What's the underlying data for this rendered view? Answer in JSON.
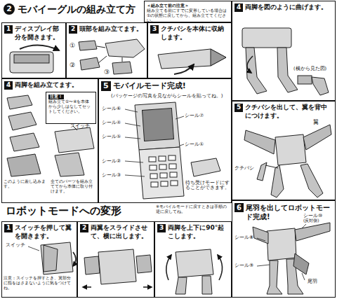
{
  "diagram": {
    "title": "モバイーグルの組み立て方",
    "nodes": [
      {
        "text": [
          "＜組み立て前の注意＞",
          "組み立てる前にすでに変形している場合は①の状態に戻してから、組み立ててください。"
        ]
      },
      {
        "text": [
          "1",
          "ディスプレイ部分を開きます。"
        ]
      },
      {
        "text": [
          "2",
          "頭部を組み立てます。"
        ]
      },
      {
        "text": [
          "3",
          "クチバシを本体に収納します。"
        ]
      },
      {
        "text": [
          "4",
          "両脚を図のように曲げます。"
        ]
      },
      {
        "text": [
          "4",
          "両脚を組み立てます。"
        ]
      },
      {
        "text": [
          "注意！",
          "組み立て①〜④を本体から少しはなしてセットしてください。"
        ],
        "in": 5
      },
      {
        "text": [
          "5",
          "モバイルモード完成!",
          "(パッケージの写真を見ながらシールを貼ってね。)"
        ]
      },
      {
        "text": [
          "5",
          "クチバシを出して、翼を背中につけます。"
        ]
      },
      {
        "text": [
          "6",
          "尾羽を出してロボットモード完成!"
        ]
      },
      {
        "text": [
          "ロボットモードへの変形"
        ]
      },
      {
        "text": [
          "1",
          "スイッチを押して翼を開きます。"
        ]
      },
      {
        "text": [
          "2",
          "両翼をスライドさせて、横に出します。"
        ]
      },
      {
        "text": [
          "3",
          "両脚を上下に90°起こします。"
        ]
      }
    ],
    "labels": [
      "2",
      "①",
      "②",
      "③",
      "(横から見た図)",
      "スイッチ",
      "このように差し込みます。",
      "全てのパーツを組み立ててから本体に取り付けます。",
      "シール⑥",
      "シール④",
      "シール⑤",
      "シール①",
      "シール②",
      "シール③",
      "シール⑦",
      "待ち受けモードにすることができます。",
      "翼",
      "クチバシ",
      "シール⑩",
      "(反対側)",
      "シール⑧",
      "シール⑨",
      "尾羽",
      "※モバイルモードに戻すときは手順の逆に戻してね。",
      "スイッチ",
      "注意：スイッチを押すとき、翼部分に指をはさまないように気をつけてね。"
    ]
  }
}
